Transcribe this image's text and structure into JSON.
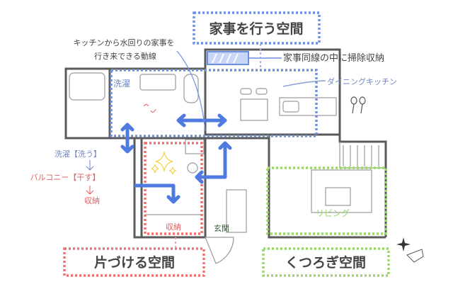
{
  "titles": {
    "housework_space": "家事を行う空間",
    "tidy_space": "片づける空間",
    "relax_space": "くつろぎ空間"
  },
  "notes": {
    "flow_line1": "キッチンから水回りの家事を",
    "flow_line2": "行き来できる動線",
    "cleaning_storage": "家事同線の中に掃除収納",
    "dining_kitchen": "ダイニングキッチン"
  },
  "rooms": {
    "laundry": "洗濯",
    "storage": "収納",
    "entrance": "玄関",
    "living": "リビング"
  },
  "process": {
    "wash": "洗濯【洗う】",
    "dry": "バルコニー【干す】",
    "store": "収納"
  },
  "colors": {
    "housework": "#6f8fe0",
    "tidy": "#f07070",
    "relax": "#9ad66a",
    "arrow": "#4f7be0"
  }
}
